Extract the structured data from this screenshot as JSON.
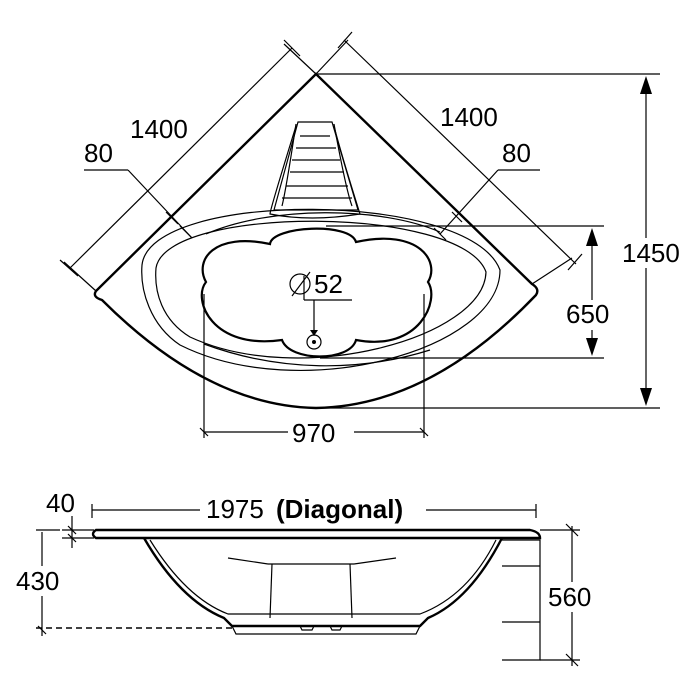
{
  "plan_view": {
    "side_length_left": "1400",
    "side_length_right": "1400",
    "rim_width_left": "80",
    "rim_width_right": "80",
    "overall_depth": "1450",
    "inner_depth": "650",
    "basin_width": "970",
    "waste_diameter": "52"
  },
  "side_view": {
    "rim_thickness": "40",
    "diagonal_length": "1975",
    "diagonal_label": "(Diagonal)",
    "interior_depth": "430",
    "overall_height": "560"
  }
}
